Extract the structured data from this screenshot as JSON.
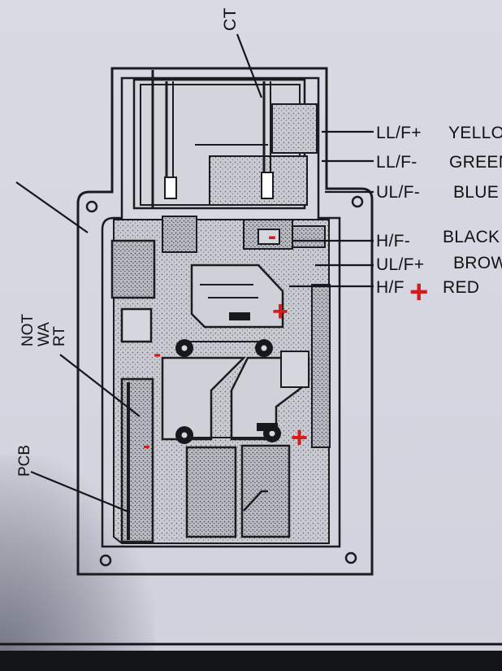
{
  "diagram": {
    "top_label": "CT",
    "left_labels": [
      "NOT",
      "WA",
      "RT",
      "PCB"
    ],
    "wire_labels": [
      {
        "id": "ll-f-plus",
        "code": "LL/F+",
        "color_name": "YELLO"
      },
      {
        "id": "ll-f-minus",
        "code": "LL/F-",
        "color_name": "GREEN"
      },
      {
        "id": "ul-f-minus",
        "code": "UL/F-",
        "color_name": "BLUE"
      },
      {
        "id": "h-f-minus",
        "code": "H/F-",
        "color_name": "BLACK"
      },
      {
        "id": "ul-f-plus",
        "code": "UL/F+",
        "color_name": "BROW"
      },
      {
        "id": "h-f-plus",
        "code": "H/F",
        "color_name": "RED"
      }
    ],
    "annotations": {
      "plus": "+",
      "minus": "-",
      "ink_color": "#d91a1a"
    }
  }
}
